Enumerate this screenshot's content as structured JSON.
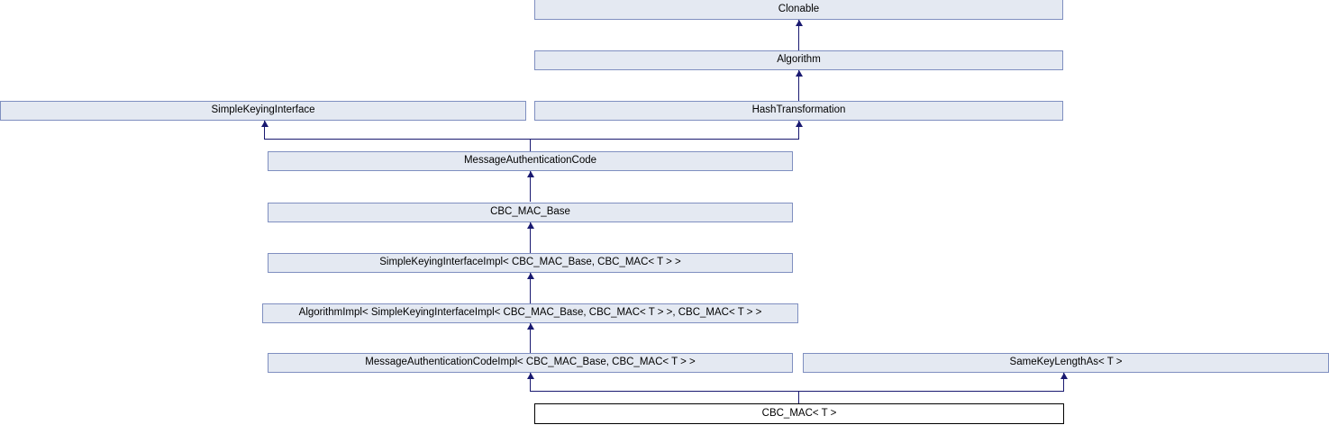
{
  "diagram": {
    "title": "CBC_MAC< T > inheritance diagram",
    "colors": {
      "node_fill": "#e4e9f2",
      "node_border": "#7f8fc0",
      "focus_fill": "#ffffff",
      "focus_border": "#000000",
      "edge": "#191970",
      "background": "#ffffff",
      "text": "#000000"
    },
    "nodes": [
      {
        "id": "clonable",
        "label": "Clonable"
      },
      {
        "id": "algorithm",
        "label": "Algorithm"
      },
      {
        "id": "simple_keying_interface",
        "label": "SimpleKeyingInterface"
      },
      {
        "id": "hash_transformation",
        "label": "HashTransformation"
      },
      {
        "id": "message_authentication_code",
        "label": "MessageAuthenticationCode"
      },
      {
        "id": "cbc_mac_base",
        "label": "CBC_MAC_Base"
      },
      {
        "id": "simple_keying_interface_impl",
        "label": "SimpleKeyingInterfaceImpl< CBC_MAC_Base, CBC_MAC< T > >"
      },
      {
        "id": "algorithm_impl",
        "label": "AlgorithmImpl< SimpleKeyingInterfaceImpl< CBC_MAC_Base, CBC_MAC< T > >, CBC_MAC< T > >"
      },
      {
        "id": "message_authentication_code_impl",
        "label": "MessageAuthenticationCodeImpl< CBC_MAC_Base, CBC_MAC< T > >"
      },
      {
        "id": "same_key_length_as",
        "label": "SameKeyLengthAs< T >"
      },
      {
        "id": "cbc_mac",
        "label": "CBC_MAC< T >"
      }
    ]
  }
}
